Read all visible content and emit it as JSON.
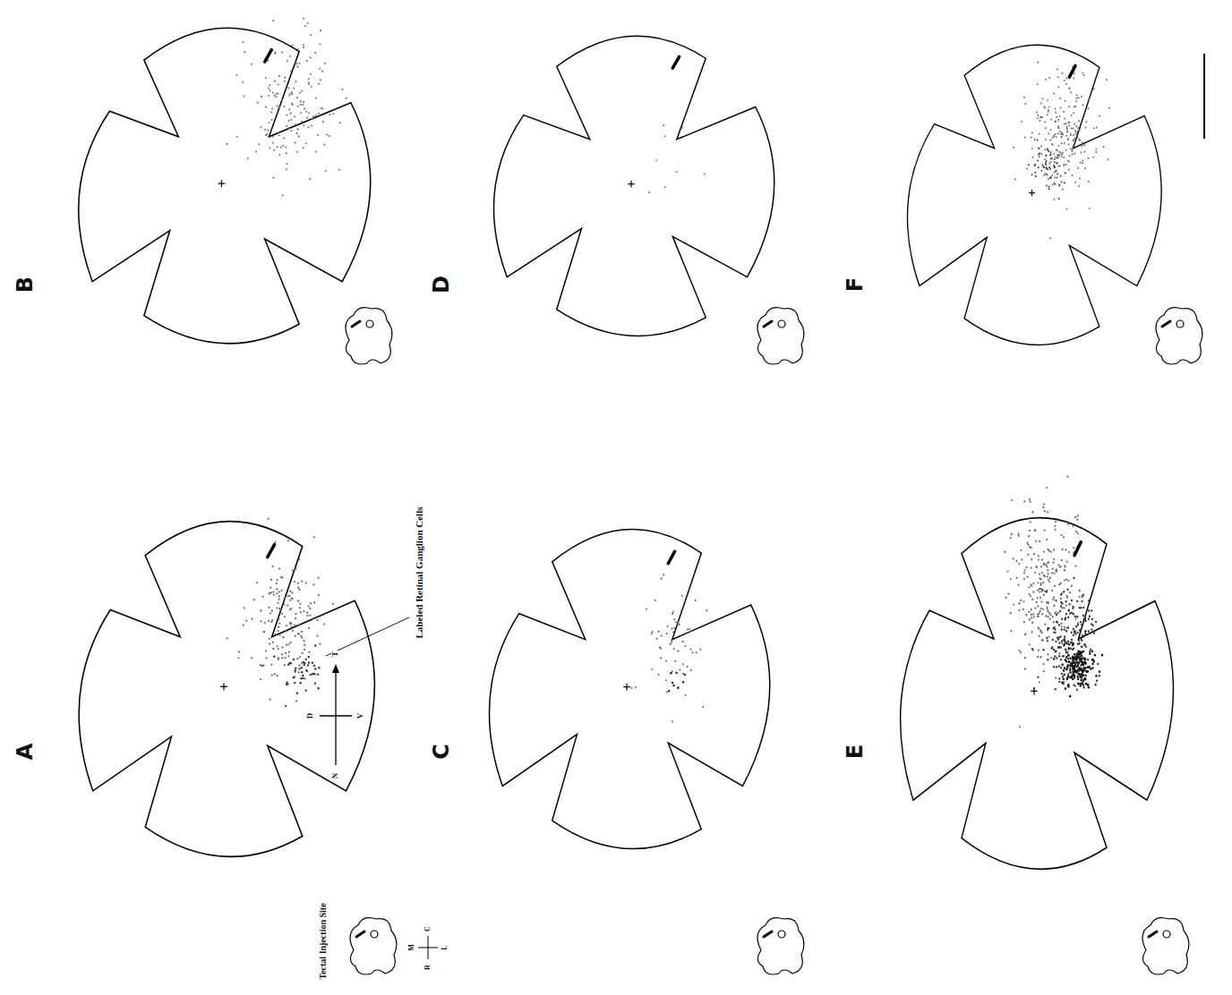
{
  "diagram": {
    "labels": [
      "A",
      "B",
      "C",
      "D",
      "E",
      "F",
      "Labeled Retinal Ganglion Cells",
      "Tectal Injection Site",
      "T",
      "N",
      "D",
      "V",
      "C",
      "R",
      "M",
      "L"
    ]
  }
}
